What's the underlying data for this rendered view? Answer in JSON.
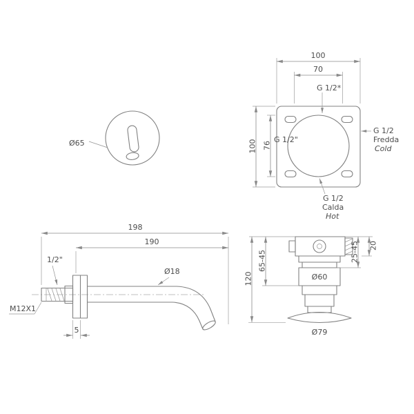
{
  "front_view": {
    "escutcheon_diameter": "Ø65"
  },
  "rough_in_view": {
    "width": "100",
    "ports_horizontal_spacing": "70",
    "top_port": "G 1/2*",
    "height": "100",
    "ports_vertical_spacing": "76",
    "left_port": "G 1/2\"",
    "right_port": "G 1/2",
    "right_port_it": "Fredda",
    "right_port_en": "Cold",
    "bottom_port": "G 1/2",
    "bottom_port_it": "Calda",
    "bottom_port_en": "Hot"
  },
  "spout_view": {
    "total_length": "198",
    "projection": "190",
    "inlet_thread": "1/2\"",
    "spout_diameter": "Ø18",
    "thread_spec": "M12X1",
    "flange_thickness": "5"
  },
  "valve_view": {
    "total_height": "120",
    "depth_range_a": "65-45",
    "depth_range_b": "25-45",
    "cartridge_depth": "20",
    "body_diameter": "Ø60",
    "escutcheon_diameter": "Ø79"
  }
}
